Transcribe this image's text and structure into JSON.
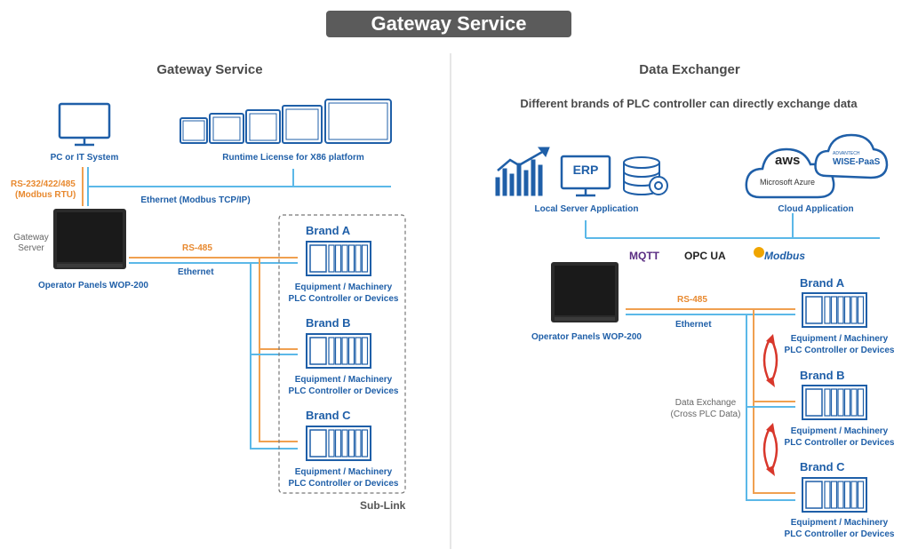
{
  "banner": "Gateway Service",
  "left": {
    "title": "Gateway Service",
    "pc_label": "PC or IT System",
    "runtime_label": "Runtime License for X86 platform",
    "rs232_line1": "RS-232/422/485",
    "rs232_line2": "(Modbus RTU)",
    "ethernet_modbus": "Ethernet (Modbus TCP/IP)",
    "gateway_line1": "Gateway",
    "gateway_line2": "Server",
    "panel_label": "Operator Panels WOP-200",
    "rs485": "RS-485",
    "ethernet": "Ethernet",
    "sublink": "Sub-Link",
    "brands": [
      {
        "name": "Brand A",
        "line1": "Equipment / Machinery",
        "line2": "PLC Controller or Devices"
      },
      {
        "name": "Brand B",
        "line1": "Equipment / Machinery",
        "line2": "PLC Controller or Devices"
      },
      {
        "name": "Brand C",
        "line1": "Equipment / Machinery",
        "line2": "PLC Controller or Devices"
      }
    ]
  },
  "right": {
    "title": "Data Exchanger",
    "subtitle": "Different brands of PLC controller can directly exchange data",
    "erp": "ERP",
    "local_label": "Local Server Application",
    "cloud_label": "Cloud Application",
    "aws": "aws",
    "azure": "Microsoft Azure",
    "wise_small": "ADVANTECH",
    "wise": "WISE-PaaS",
    "mqtt": "MQTT",
    "opcua": "OPC UA",
    "modbus": "Modbus",
    "rs485": "RS-485",
    "ethernet": "Ethernet",
    "panel_label": "Operator Panels WOP-200",
    "exchange_line1": "Data Exchange",
    "exchange_line2": "(Cross PLC Data)",
    "brands": [
      {
        "name": "Brand A",
        "line1": "Equipment / Machinery",
        "line2": "PLC Controller or Devices"
      },
      {
        "name": "Brand B",
        "line1": "Equipment / Machinery",
        "line2": "PLC Controller or Devices"
      },
      {
        "name": "Brand C",
        "line1": "Equipment / Machinery",
        "line2": "PLC Controller or Devices"
      }
    ]
  },
  "colors": {
    "blue": "#1f5fa8",
    "light_blue": "#5bb8e8",
    "orange": "#f0a050",
    "red": "#d8372b",
    "gray": "#5b5b5b"
  }
}
